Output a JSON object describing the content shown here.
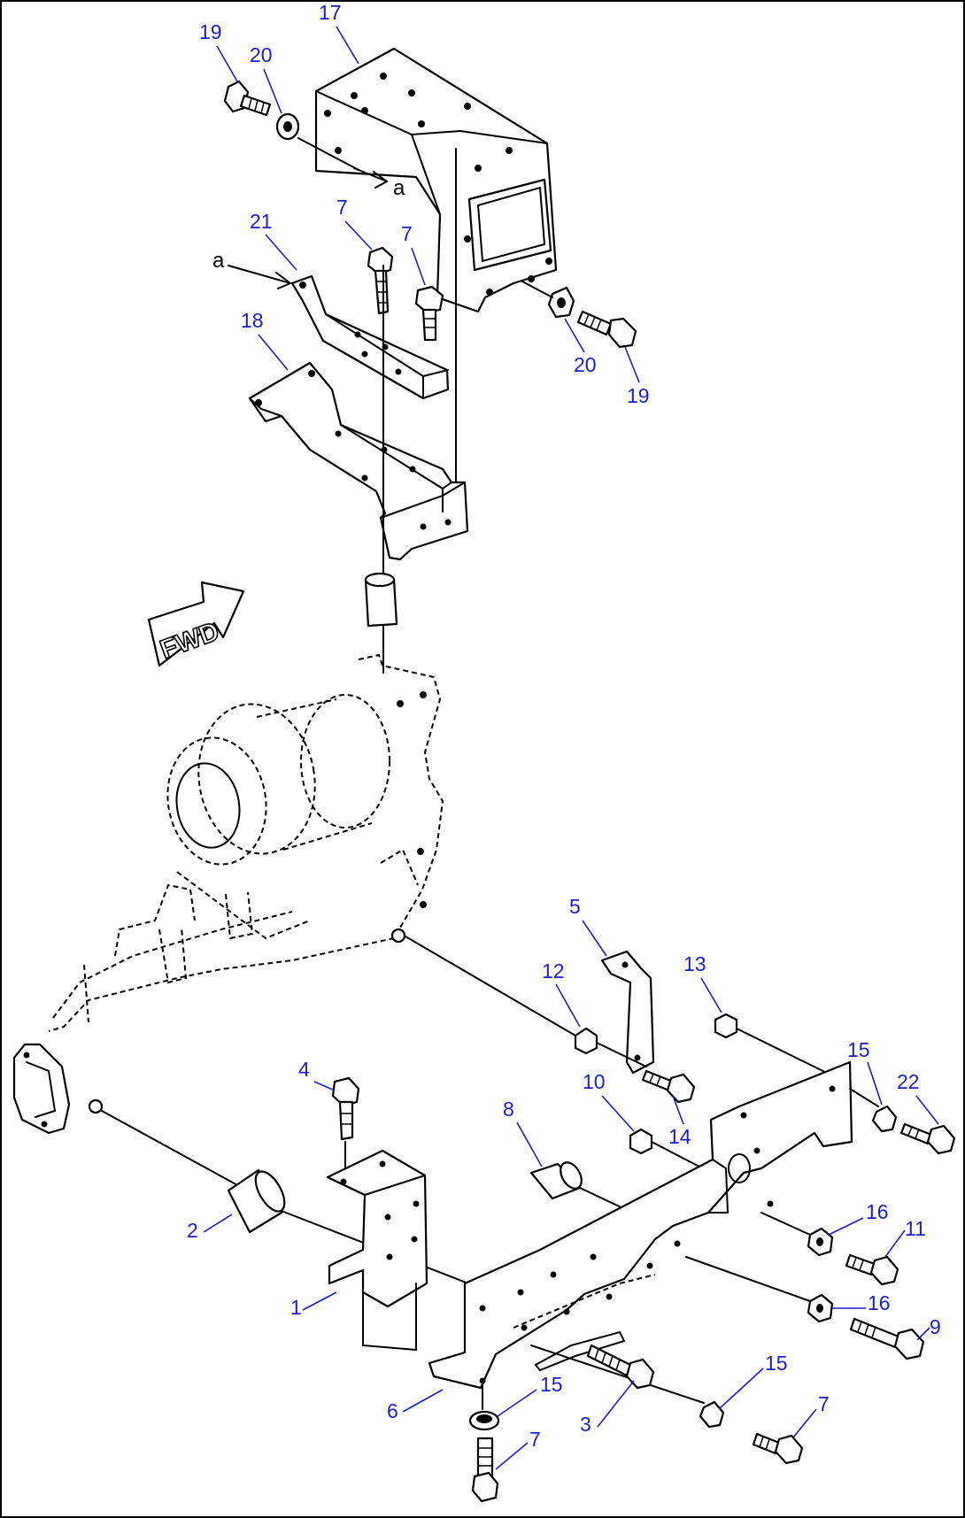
{
  "labels": [
    {
      "id": "l19a",
      "text": "19"
    },
    {
      "id": "l20a",
      "text": "20"
    },
    {
      "id": "l17",
      "text": "17"
    },
    {
      "id": "l21",
      "text": "21"
    },
    {
      "id": "l7a",
      "text": "7"
    },
    {
      "id": "l7b",
      "text": "7"
    },
    {
      "id": "l18",
      "text": "18"
    },
    {
      "id": "l20b",
      "text": "20"
    },
    {
      "id": "l19b",
      "text": "19"
    },
    {
      "id": "l5",
      "text": "5"
    },
    {
      "id": "l12",
      "text": "12"
    },
    {
      "id": "l13",
      "text": "13"
    },
    {
      "id": "l4",
      "text": "4"
    },
    {
      "id": "l15a",
      "text": "15"
    },
    {
      "id": "l22",
      "text": "22"
    },
    {
      "id": "l10",
      "text": "10"
    },
    {
      "id": "l8",
      "text": "8"
    },
    {
      "id": "l14",
      "text": "14"
    },
    {
      "id": "l16a",
      "text": "16"
    },
    {
      "id": "l11",
      "text": "11"
    },
    {
      "id": "l2",
      "text": "2"
    },
    {
      "id": "l1",
      "text": "1"
    },
    {
      "id": "l16b",
      "text": "16"
    },
    {
      "id": "l9",
      "text": "9"
    },
    {
      "id": "l15b",
      "text": "15"
    },
    {
      "id": "l15c",
      "text": "15"
    },
    {
      "id": "l6",
      "text": "6"
    },
    {
      "id": "l3",
      "text": "3"
    },
    {
      "id": "l7c",
      "text": "7"
    },
    {
      "id": "l7d",
      "text": "7"
    }
  ],
  "ref_marks": {
    "connection_letter": "a"
  },
  "fwd_arrow": {
    "text": "FWD"
  },
  "colors": {
    "label": "#1c1cd6",
    "line": "#000000",
    "background": "#ffffff"
  }
}
